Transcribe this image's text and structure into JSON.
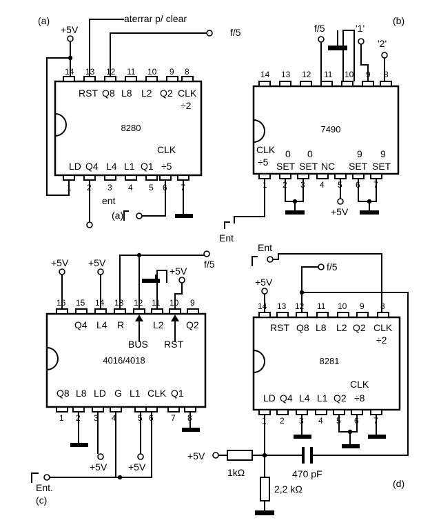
{
  "panels": {
    "a": "(a)",
    "b": "(b)",
    "c": "(c)",
    "d": "(d)"
  },
  "a": {
    "chip": "8280",
    "vcc": "+5V",
    "clear_note": "aterrar p/ clear",
    "out": "f/5",
    "ent_note": "ent",
    "ent_mark": "(a)",
    "top_pins": [
      "14",
      "13",
      "12",
      "11",
      "10",
      "9",
      "8"
    ],
    "bot_pins": [
      "1",
      "2",
      "3",
      "4",
      "5",
      "6",
      "7"
    ],
    "top_fn": [
      "RST",
      "Q8",
      "L8",
      "L2",
      "Q2",
      "CLK"
    ],
    "top_fn_sub": "÷2",
    "bot_fn": [
      "LD",
      "Q4",
      "L4",
      "L1",
      "Q1",
      "÷5"
    ],
    "bot_fn_sup": "CLK"
  },
  "b": {
    "chip": "7490",
    "top_pins": [
      "14",
      "13",
      "12",
      "11",
      "10",
      "9",
      "8"
    ],
    "bot_pins": [
      "1",
      "2",
      "3",
      "4",
      "5",
      "6",
      "7"
    ],
    "out": "f/5",
    "q1": "'1'",
    "q2": "'2'",
    "left_fn": [
      "CLK",
      "÷5"
    ],
    "bot_fn": [
      "SET",
      "SET",
      "NC",
      "SET",
      "SET"
    ],
    "bot_fn_sup": [
      "0",
      "0",
      "9",
      "9"
    ],
    "vcc": "+5V",
    "ent": "Ent"
  },
  "c": {
    "chip": "4016/4018",
    "vcc": "+5V",
    "out": "f/5",
    "top_pins": [
      "16",
      "15",
      "14",
      "13",
      "12",
      "11",
      "10",
      "9"
    ],
    "bot_pins": [
      "1",
      "2",
      "3",
      "4",
      "5",
      "6",
      "7",
      "8"
    ],
    "top_fn": [
      "Q4",
      "L4",
      "R",
      "L2",
      "Q2"
    ],
    "bus": "BUS",
    "rst": "RST",
    "bot_fn": [
      "Q8",
      "L8",
      "LD",
      "G",
      "L1",
      "CLK",
      "Q1"
    ],
    "ent": "Ent."
  },
  "d": {
    "chip": "8281",
    "vcc": "+5V",
    "out": "f/5",
    "ent": "Ent",
    "top_pins": [
      "14",
      "13",
      "12",
      "11",
      "10",
      "9",
      "8"
    ],
    "bot_pins": [
      "1",
      "2",
      "3",
      "4",
      "5",
      "6",
      "7"
    ],
    "top_fn": [
      "RST",
      "Q8",
      "L8",
      "L2",
      "Q2",
      "CLK"
    ],
    "top_fn_sub": "÷2",
    "bot_fn": [
      "LD",
      "Q4",
      "L4",
      "L1",
      "Q2",
      "÷8"
    ],
    "bot_fn_sup": "CLK",
    "r1": "1kΩ",
    "r2": "2,2 kΩ",
    "cap": "470 pF"
  }
}
